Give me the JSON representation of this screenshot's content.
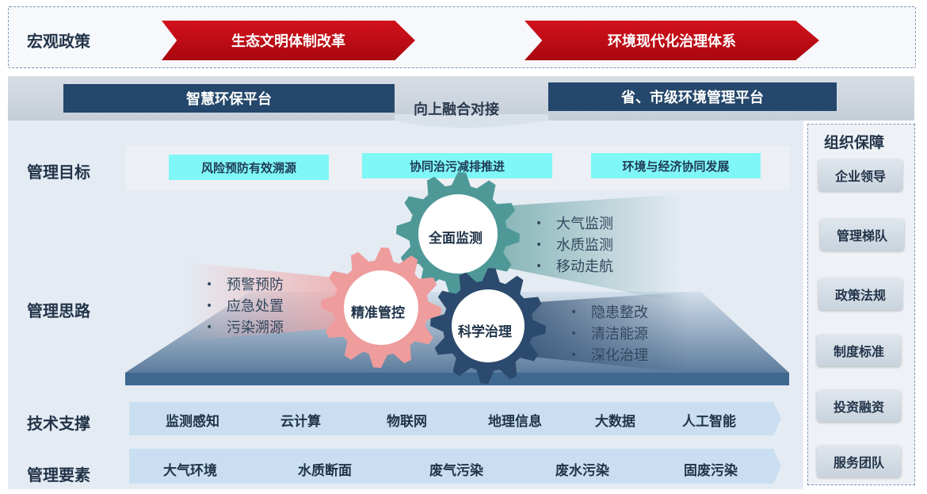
{
  "macro_policy": {
    "label": "宏观政策",
    "items": [
      "生态文明体制改革",
      "环境现代化治理体系"
    ]
  },
  "platforms": {
    "left": "智慧环保平台",
    "right": "省、市级环境管理平台",
    "center": "向上融合对接"
  },
  "management_goals": {
    "label": "管理目标",
    "items": [
      "风险预防有效溯源",
      "协同治污减排推进",
      "环境与经济协同发展"
    ]
  },
  "management_approach": {
    "label": "管理思路",
    "gears": [
      {
        "name": "全面监测",
        "color": "#4f9898",
        "bullets": [
          "大气监测",
          "水质监测",
          "移动走航"
        ]
      },
      {
        "name": "精准管控",
        "color": "#ef9c9c",
        "bullets": [
          "预警预防",
          "应急处置",
          "污染溯源"
        ]
      },
      {
        "name": "科学治理",
        "color": "#2b4a6d",
        "bullets": [
          "隐患整改",
          "清洁能源",
          "深化治理"
        ]
      }
    ],
    "bullet_glyph": "•"
  },
  "tech_support": {
    "label": "技术支撑",
    "items": [
      "监测感知",
      "云计算",
      "物联网",
      "地理信息",
      "大数据",
      "人工智能"
    ]
  },
  "management_elements": {
    "label": "管理要素",
    "items": [
      "大气环境",
      "水质断面",
      "废气污染",
      "废水污染",
      "固废污染"
    ]
  },
  "org_guarantee": {
    "title": "组织保障",
    "items": [
      "企业领导",
      "管理梯队",
      "政策法规",
      "制度标准",
      "投资融资",
      "服务团队"
    ]
  }
}
